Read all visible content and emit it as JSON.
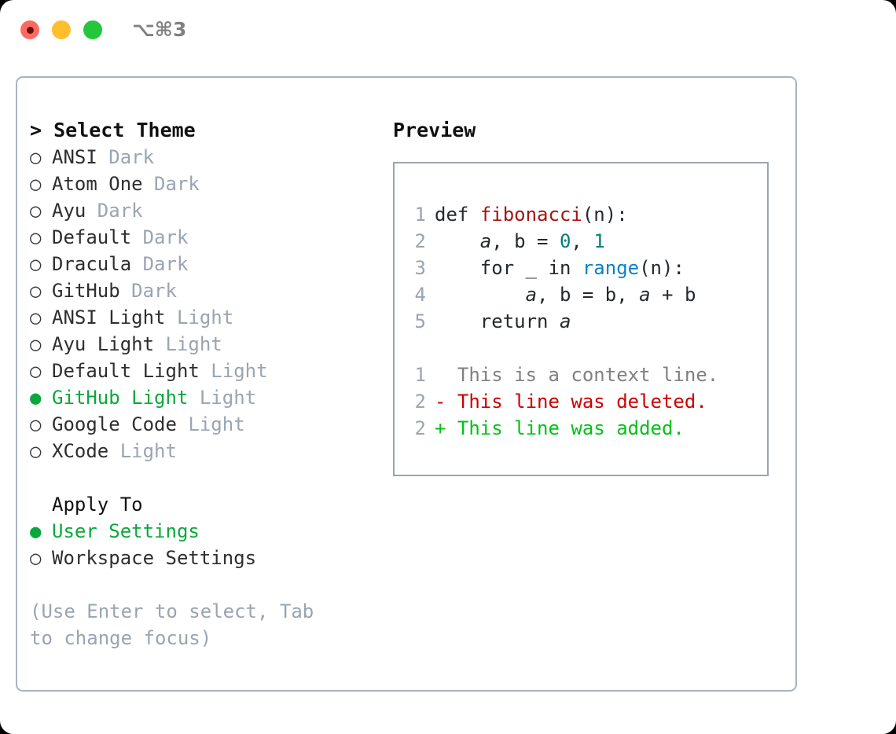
{
  "titlebar": {
    "lights": [
      {
        "name": "close-button",
        "color": "#fd6a62"
      },
      {
        "name": "minimize-button",
        "color": "#ffbe2e"
      },
      {
        "name": "zoom-button",
        "color": "#25c63c"
      }
    ],
    "shortcut": "⌥⌘3"
  },
  "theme_picker": {
    "header": "> Select Theme",
    "marker_selected": "●",
    "marker_unselected": "○",
    "accent_color": "#0aa83c",
    "muted_color": "#9aa4b2",
    "items": [
      {
        "name": "ANSI",
        "tag": "Dark",
        "selected": false
      },
      {
        "name": "Atom One",
        "tag": "Dark",
        "selected": false
      },
      {
        "name": "Ayu",
        "tag": "Dark",
        "selected": false
      },
      {
        "name": "Default",
        "tag": "Dark",
        "selected": false
      },
      {
        "name": "Dracula",
        "tag": "Dark",
        "selected": false
      },
      {
        "name": "GitHub",
        "tag": "Dark",
        "selected": false
      },
      {
        "name": "ANSI Light",
        "tag": "Light",
        "selected": false
      },
      {
        "name": "Ayu Light",
        "tag": "Light",
        "selected": false
      },
      {
        "name": "Default Light",
        "tag": "Light",
        "selected": false
      },
      {
        "name": "GitHub Light",
        "tag": "Light",
        "selected": true
      },
      {
        "name": "Google Code",
        "tag": "Light",
        "selected": false
      },
      {
        "name": "XCode",
        "tag": "Light",
        "selected": false
      }
    ]
  },
  "apply_to": {
    "header": "Apply To",
    "items": [
      {
        "name": "User Settings",
        "selected": true
      },
      {
        "name": "Workspace Settings",
        "selected": false
      }
    ]
  },
  "hint": "(Use Enter to select, Tab to change focus)",
  "preview": {
    "header": "Preview",
    "code": [
      {
        "num": "1",
        "segments": [
          {
            "text": "def ",
            "style": "plain"
          },
          {
            "text": "fibonacci",
            "style": "fn"
          },
          {
            "text": "(n):",
            "style": "plain"
          }
        ]
      },
      {
        "num": "2",
        "segments": [
          {
            "text": "    ",
            "style": "plain"
          },
          {
            "text": "a",
            "style": "var"
          },
          {
            "text": ", ",
            "style": "plain"
          },
          {
            "text": "b",
            "style": "plain"
          },
          {
            "text": " = ",
            "style": "plain"
          },
          {
            "text": "0",
            "style": "num"
          },
          {
            "text": ", ",
            "style": "plain"
          },
          {
            "text": "1",
            "style": "num"
          }
        ]
      },
      {
        "num": "3",
        "segments": [
          {
            "text": "    for _ in ",
            "style": "plain"
          },
          {
            "text": "range",
            "style": "call"
          },
          {
            "text": "(n):",
            "style": "plain"
          }
        ]
      },
      {
        "num": "4",
        "segments": [
          {
            "text": "        ",
            "style": "plain"
          },
          {
            "text": "a",
            "style": "var"
          },
          {
            "text": ", ",
            "style": "plain"
          },
          {
            "text": "b",
            "style": "plain"
          },
          {
            "text": " = ",
            "style": "plain"
          },
          {
            "text": "b",
            "style": "plain"
          },
          {
            "text": ", ",
            "style": "plain"
          },
          {
            "text": "a",
            "style": "var"
          },
          {
            "text": " + ",
            "style": "plain"
          },
          {
            "text": "b",
            "style": "plain"
          }
        ]
      },
      {
        "num": "5",
        "segments": [
          {
            "text": "    return ",
            "style": "plain"
          },
          {
            "text": "a",
            "style": "var"
          }
        ]
      }
    ],
    "diff": [
      {
        "num": "1",
        "kind": "context",
        "prefix": "  ",
        "text": "This is a context line."
      },
      {
        "num": "2",
        "kind": "deleted",
        "prefix": "- ",
        "text": "This line was deleted."
      },
      {
        "num": "2",
        "kind": "added",
        "prefix": "+ ",
        "text": "This line was added."
      }
    ],
    "colors": {
      "function": "#a31515",
      "number": "#00807d",
      "call": "#0b7fc7",
      "context": "#808080",
      "deleted": "#cc0000",
      "added": "#00c217",
      "line_number": "#9aa4b2"
    }
  }
}
